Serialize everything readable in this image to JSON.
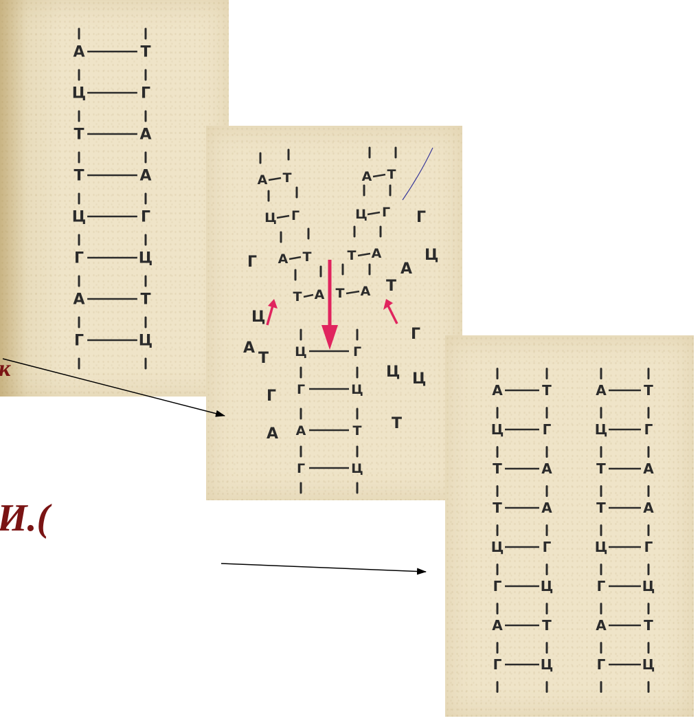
{
  "original": {
    "pairs": [
      [
        "А",
        "Т"
      ],
      [
        "Ц",
        "Г"
      ],
      [
        "Т",
        "А"
      ],
      [
        "Т",
        "А"
      ],
      [
        "Ц",
        "Г"
      ],
      [
        "Г",
        "Ц"
      ],
      [
        "А",
        "Т"
      ],
      [
        "Г",
        "Ц"
      ]
    ]
  },
  "replication": {
    "left_fork": [
      [
        "А",
        "Т"
      ],
      [
        "Ц",
        "Г"
      ],
      [
        "А",
        "Т"
      ],
      [
        "Т",
        "А"
      ]
    ],
    "right_fork": [
      [
        "А",
        "Т"
      ],
      [
        "Ц",
        "Г"
      ],
      [
        "Т",
        "А"
      ],
      [
        "Т",
        "А"
      ]
    ],
    "paired": [
      [
        "Ц",
        "Г"
      ],
      [
        "Г",
        "Ц"
      ],
      [
        "А",
        "Т"
      ],
      [
        "Г",
        "Ц"
      ]
    ],
    "free_bases_left": [
      "Г",
      "Ц",
      "А",
      "Т",
      "Г",
      "А"
    ],
    "free_bases_right": [
      "Г",
      "А",
      "Ц",
      "Т",
      "Г",
      "Ц",
      "Ц",
      "Т"
    ],
    "arrow_color": "#e0245e"
  },
  "result": {
    "molecule_1": [
      [
        "А",
        "Т"
      ],
      [
        "Ц",
        "Г"
      ],
      [
        "Т",
        "А"
      ],
      [
        "Т",
        "А"
      ],
      [
        "Ц",
        "Г"
      ],
      [
        "Г",
        "Ц"
      ],
      [
        "А",
        "Т"
      ],
      [
        "Г",
        "Ц"
      ]
    ],
    "molecule_2": [
      [
        "А",
        "Т"
      ],
      [
        "Ц",
        "Г"
      ],
      [
        "Т",
        "А"
      ],
      [
        "Т",
        "А"
      ],
      [
        "Ц",
        "Г"
      ],
      [
        "Г",
        "Ц"
      ],
      [
        "А",
        "Т"
      ],
      [
        "Г",
        "Ц"
      ]
    ]
  },
  "labels": {
    "cut_label_1": "к",
    "cut_label_2": "И.("
  },
  "colors": {
    "paper": "#efe4c8",
    "label": "#7a1414",
    "ink": "#2b2b2b"
  }
}
